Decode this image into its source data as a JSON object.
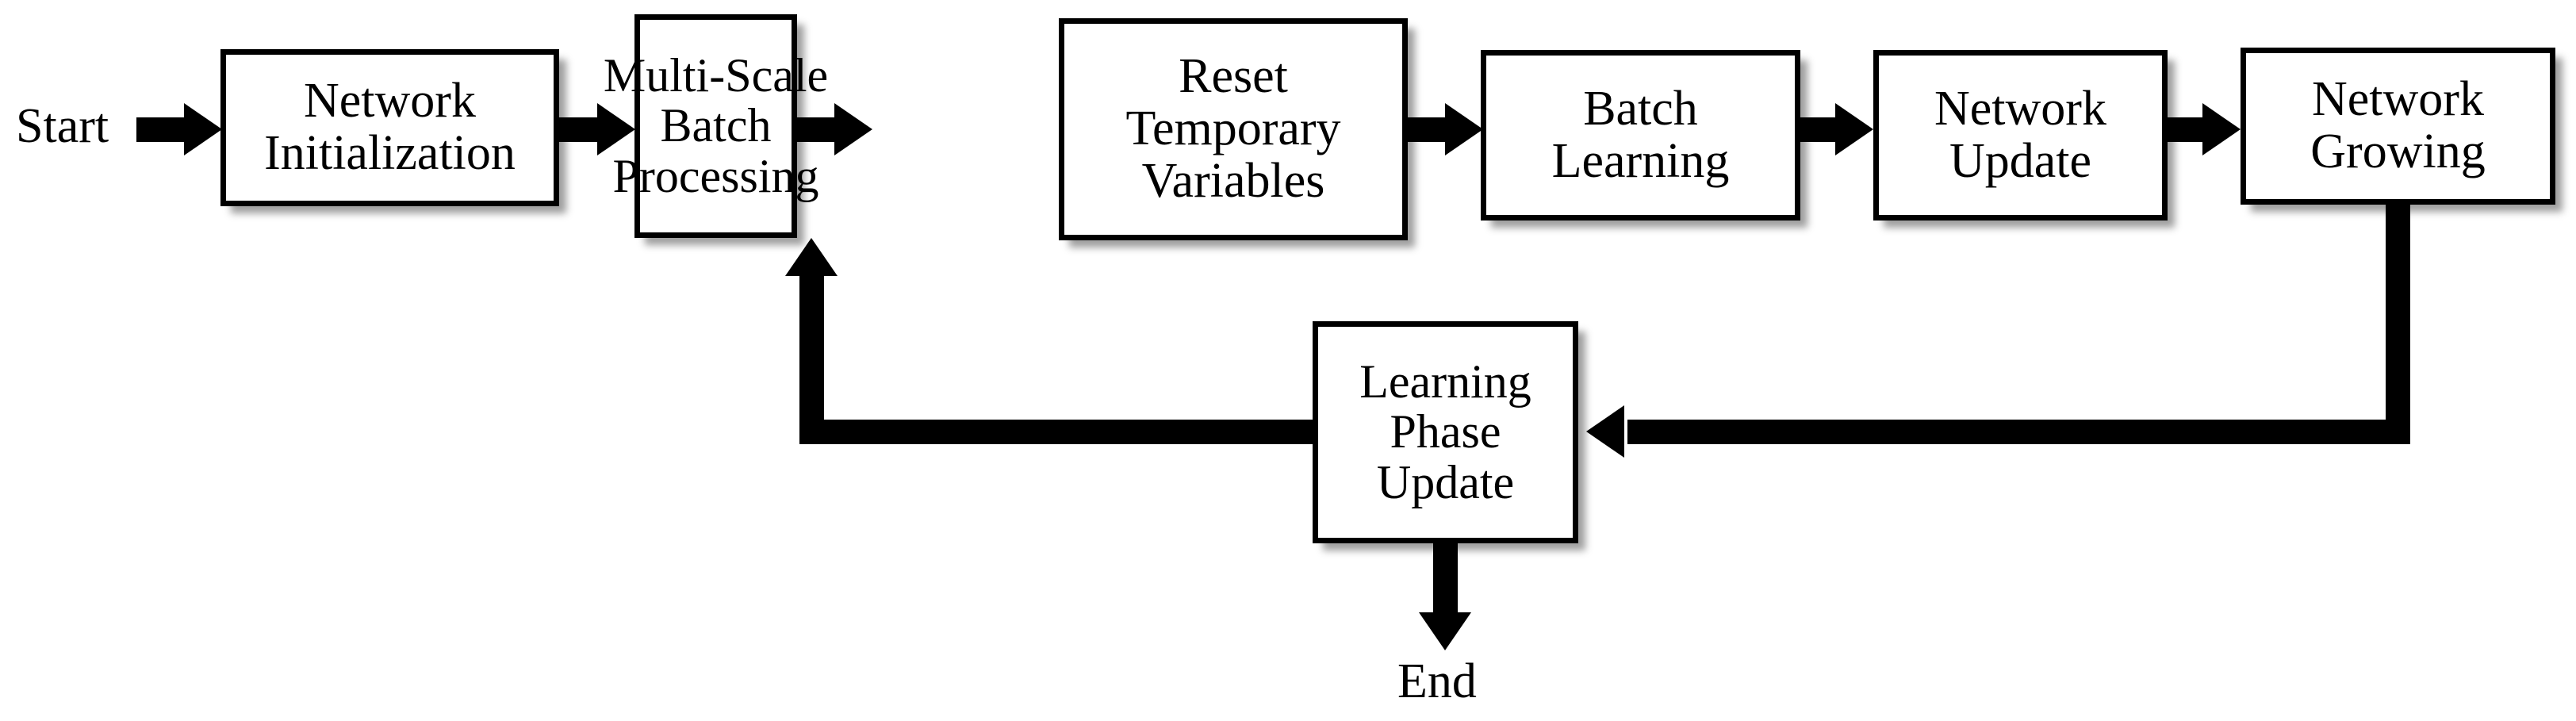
{
  "diagram": {
    "type": "flowchart",
    "orientation": "left-to-right with feedback loop",
    "background_color": "#ffffff",
    "stroke_color": "#000000",
    "fill_color": "#ffffff",
    "terminals": {
      "start": "Start",
      "end": "End"
    },
    "nodes": [
      {
        "id": "network-initialization",
        "lines": [
          "Network",
          "Initialization"
        ]
      },
      {
        "id": "multi-scale-batch-processing",
        "lines": [
          "Multi-Scale",
          "Batch",
          "Processing"
        ]
      },
      {
        "id": "reset-temporary-variables",
        "lines": [
          "Reset",
          "Temporary",
          "Variables"
        ]
      },
      {
        "id": "batch-learning",
        "lines": [
          "Batch",
          "Learning"
        ]
      },
      {
        "id": "network-update",
        "lines": [
          "Network",
          "Update"
        ]
      },
      {
        "id": "network-growing",
        "lines": [
          "Network",
          "Growing"
        ]
      },
      {
        "id": "learning-phase-update",
        "lines": [
          "Learning",
          "Phase",
          "Update"
        ]
      }
    ],
    "edges": [
      {
        "from": "Start",
        "to": "Network Initialization",
        "direction": "right"
      },
      {
        "from": "Network Initialization",
        "to": "Multi-Scale Batch Processing",
        "direction": "right"
      },
      {
        "from": "Multi-Scale Batch Processing",
        "to": "Reset Temporary Variables",
        "direction": "right"
      },
      {
        "from": "Reset Temporary Variables",
        "to": "Batch Learning",
        "direction": "right"
      },
      {
        "from": "Batch Learning",
        "to": "Network Update",
        "direction": "right"
      },
      {
        "from": "Network Update",
        "to": "Network Growing",
        "direction": "right"
      },
      {
        "from": "Network Growing",
        "to": "Learning Phase Update",
        "direction": "down-then-left"
      },
      {
        "from": "Learning Phase Update",
        "to": "Multi-Scale Batch Processing",
        "direction": "left-then-up"
      },
      {
        "from": "Learning Phase Update",
        "to": "End",
        "direction": "down"
      }
    ]
  }
}
